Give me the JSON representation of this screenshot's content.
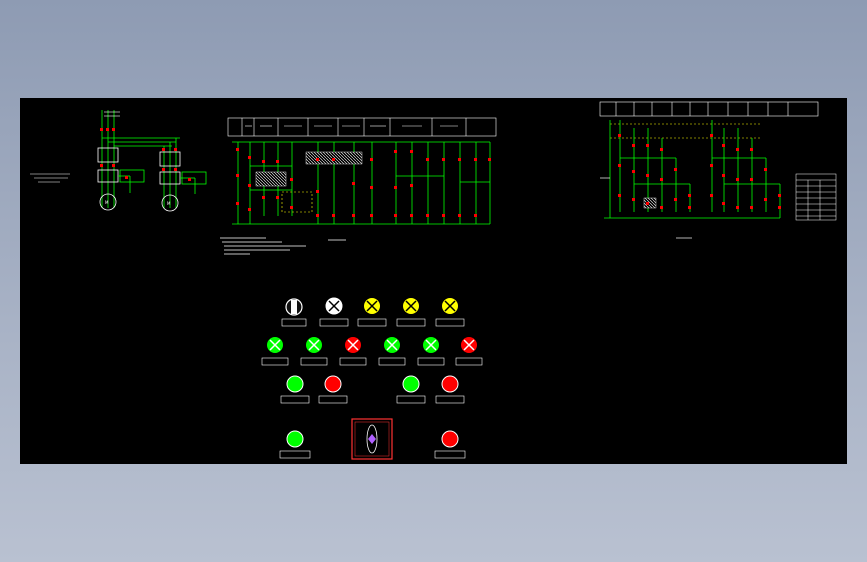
{
  "drawing": {
    "background": "#000000",
    "frame_background": "#a3adc1",
    "wire_color": "#00ff00",
    "terminal_color": "#ff0000",
    "text_color": "#ffffff",
    "dashed_color": "#ffff00"
  },
  "panels": {
    "main_circuit": {
      "caption": ""
    },
    "control_circuit_1": {
      "caption": ""
    },
    "control_circuit_2": {
      "caption": ""
    },
    "door_panel": {
      "rows": [
        {
          "type": "selector-and-lamps",
          "items": [
            "selector",
            "lamp-yellow-off",
            "lamp-yellow",
            "lamp-yellow",
            "lamp-yellow"
          ]
        },
        {
          "type": "indicator-lamps",
          "items": [
            "lamp-green",
            "lamp-green",
            "lamp-red",
            "lamp-green",
            "lamp-green",
            "lamp-red"
          ]
        },
        {
          "type": "push-buttons",
          "items": [
            "button-green",
            "button-red",
            "button-green",
            "button-red"
          ]
        },
        {
          "type": "push-buttons",
          "items": [
            "button-green",
            "emergency-stop",
            "button-red"
          ]
        }
      ]
    }
  }
}
